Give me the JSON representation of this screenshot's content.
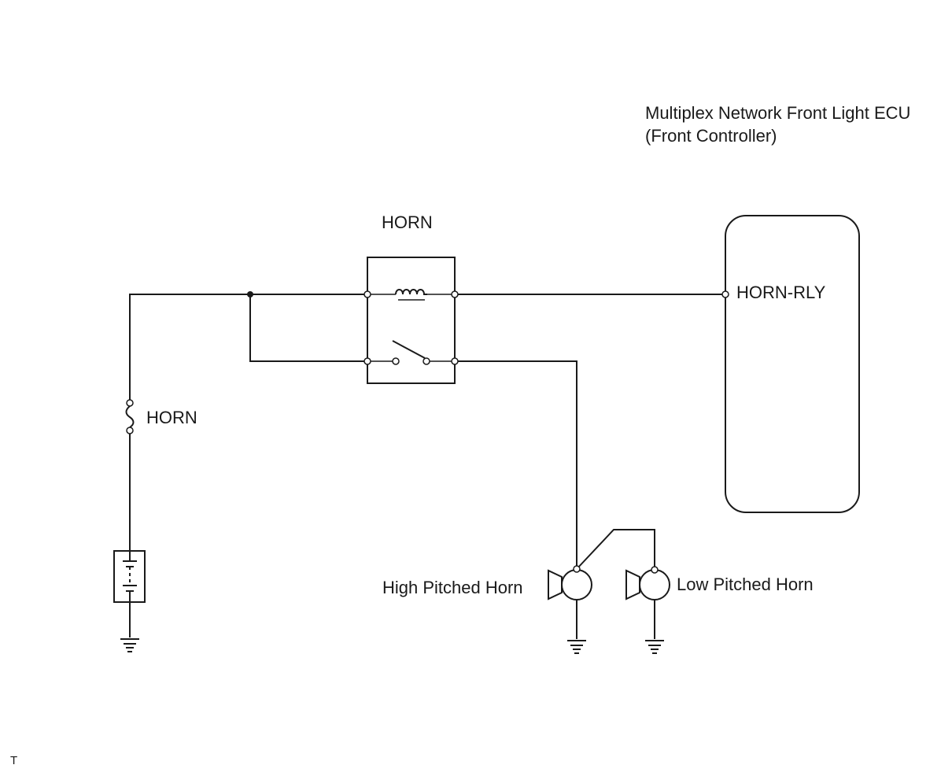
{
  "ecu": {
    "title_line1": "Multiplex Network Front Light ECU",
    "title_line2": "(Front Controller)",
    "terminal": "HORN-RLY"
  },
  "relay": {
    "label": "HORN"
  },
  "fuse": {
    "label": "HORN"
  },
  "horns": {
    "high": "High Pitched Horn",
    "low": "Low Pitched Horn"
  },
  "corner_mark": "T"
}
